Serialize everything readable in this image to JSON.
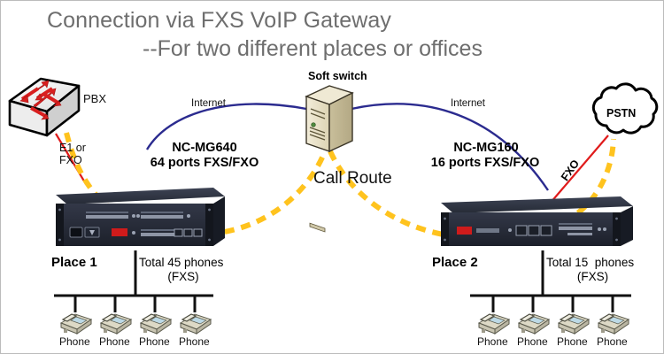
{
  "title": {
    "line1": "Connection via FXS VoIP Gateway",
    "line2": "--For two different places or offices"
  },
  "nodes": {
    "pbx": {
      "label": "PBX",
      "icon": "pbx-switch-icon"
    },
    "softswitch": {
      "label": "Soft switch",
      "icon": "server-tower-icon"
    },
    "pstn": {
      "label": "PSTN",
      "icon": "cloud-icon"
    },
    "gateway_left": {
      "model": "NC-MG640",
      "ports": "64 ports FXS/FXO",
      "icon": "rack-gateway-icon"
    },
    "gateway_right": {
      "model": "NC-MG160",
      "ports": "16 ports FXS/FXO",
      "icon": "rack-gateway-icon"
    }
  },
  "links": {
    "internet_left": "Internet",
    "internet_right": "Internet",
    "call_route": "Call Route",
    "e1_or_fxo": "E1 or\nFXO",
    "fxo_right": "FXO"
  },
  "sites": [
    {
      "name": "Place 1",
      "total_line1": "Total 45 phones",
      "total_line2": "(FXS)",
      "phones": [
        "Phone",
        "Phone",
        "Phone",
        "Phone"
      ]
    },
    {
      "name": "Place 2",
      "total_line1": "Total 15  phones",
      "total_line2": "(FXS)",
      "phones": [
        "Phone",
        "Phone",
        "Phone",
        "Phone"
      ]
    }
  ],
  "colors": {
    "title_gray": "#6e6e6e",
    "internet_blue": "#2b2b8f",
    "call_route_yellow": "#ffc31e",
    "fxo_red": "#e01b1b",
    "device_dark": "#2b2f3a",
    "server_beige": "#e4ddc2",
    "phone_beige": "#d8d6c4",
    "background": "#ffffff"
  }
}
